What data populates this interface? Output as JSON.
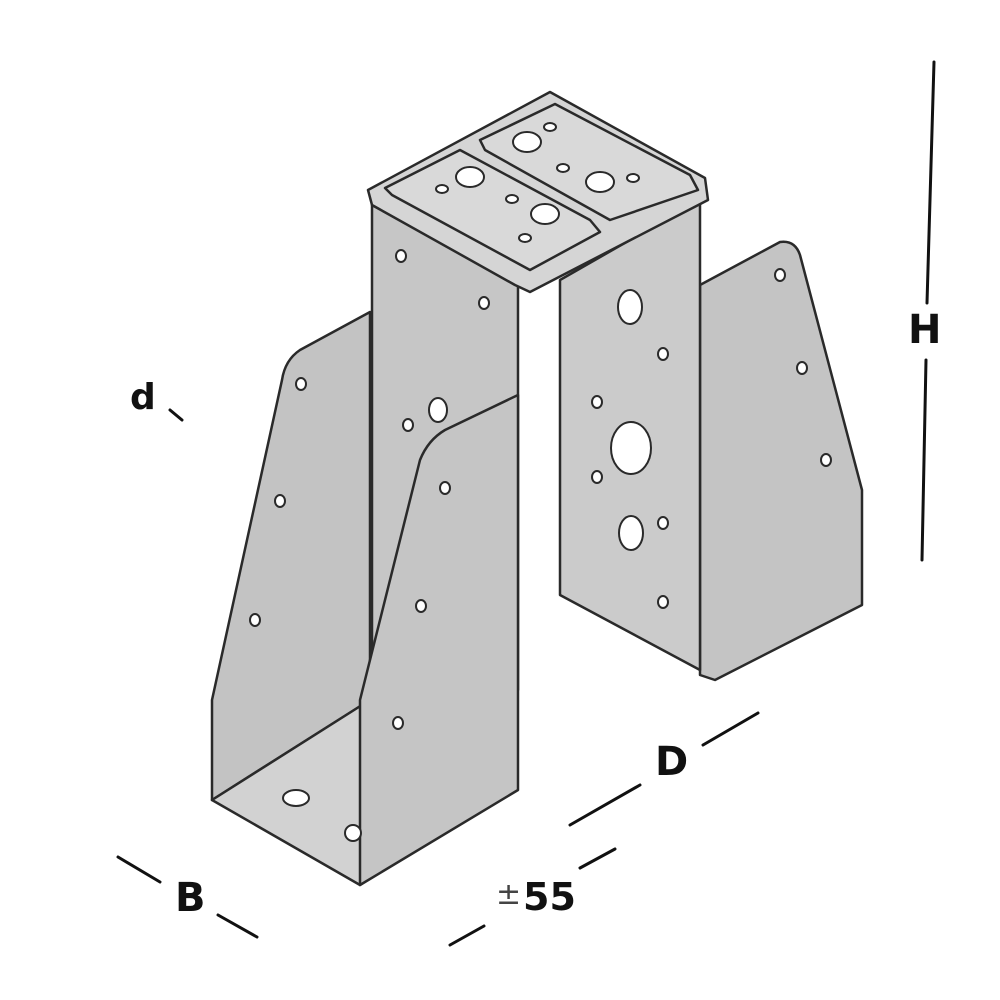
{
  "figure": {
    "subject": "joist hanger (sheet metal bracket) isometric drawing",
    "colors": {
      "metal_face": "#c9c9c9",
      "metal_light": "#d8d8d8",
      "metal_dark": "#b4b4b4",
      "outline": "#2a2a2a",
      "dimension_line": "#111111"
    }
  },
  "dimensions": {
    "height_label": "H",
    "depth_label": "D",
    "width_label": "B",
    "hole_diameter_label": "d",
    "tolerance_symbol": "±",
    "tolerance_value": "55"
  }
}
